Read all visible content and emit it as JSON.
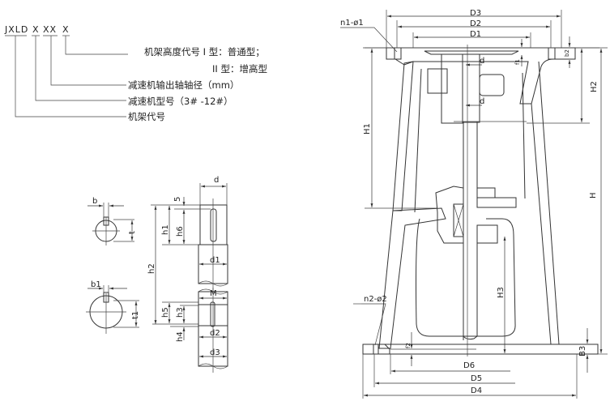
{
  "model_code": {
    "parts": [
      "JXLD",
      "X",
      "XX",
      "X"
    ],
    "descriptions": [
      "机架高度代号 I 型：普通型；",
      "II 型：增高型",
      "减速机输出轴轴径（mm）",
      "减速机型号（3# -12#）",
      "机架代号"
    ]
  },
  "shaft_detail": {
    "labels": {
      "b": "b",
      "t": "t",
      "d": "d",
      "five": "5",
      "h1": "h1",
      "h6": "h6",
      "d1": "d1",
      "h2": "h2",
      "b1": "b1",
      "t1": "t1",
      "M": "M",
      "h5": "h5",
      "h3": "h3",
      "h4": "h4",
      "d2": "d2",
      "d3": "d3"
    }
  },
  "frame_drawing": {
    "labels": {
      "n1_phi1": "n1-ø1",
      "D3": "D3",
      "D2": "D2",
      "D1": "D1",
      "d_top": "d",
      "d_mid": "d",
      "f1": "f1",
      "b2": "b2",
      "H1": "H1",
      "H2": "H2",
      "H": "H",
      "H3": "H3",
      "n2_phi2": "n2-ø2",
      "f2": "f2",
      "B3": "B3",
      "D6": "D6",
      "D5": "D5",
      "D4": "D4"
    }
  }
}
